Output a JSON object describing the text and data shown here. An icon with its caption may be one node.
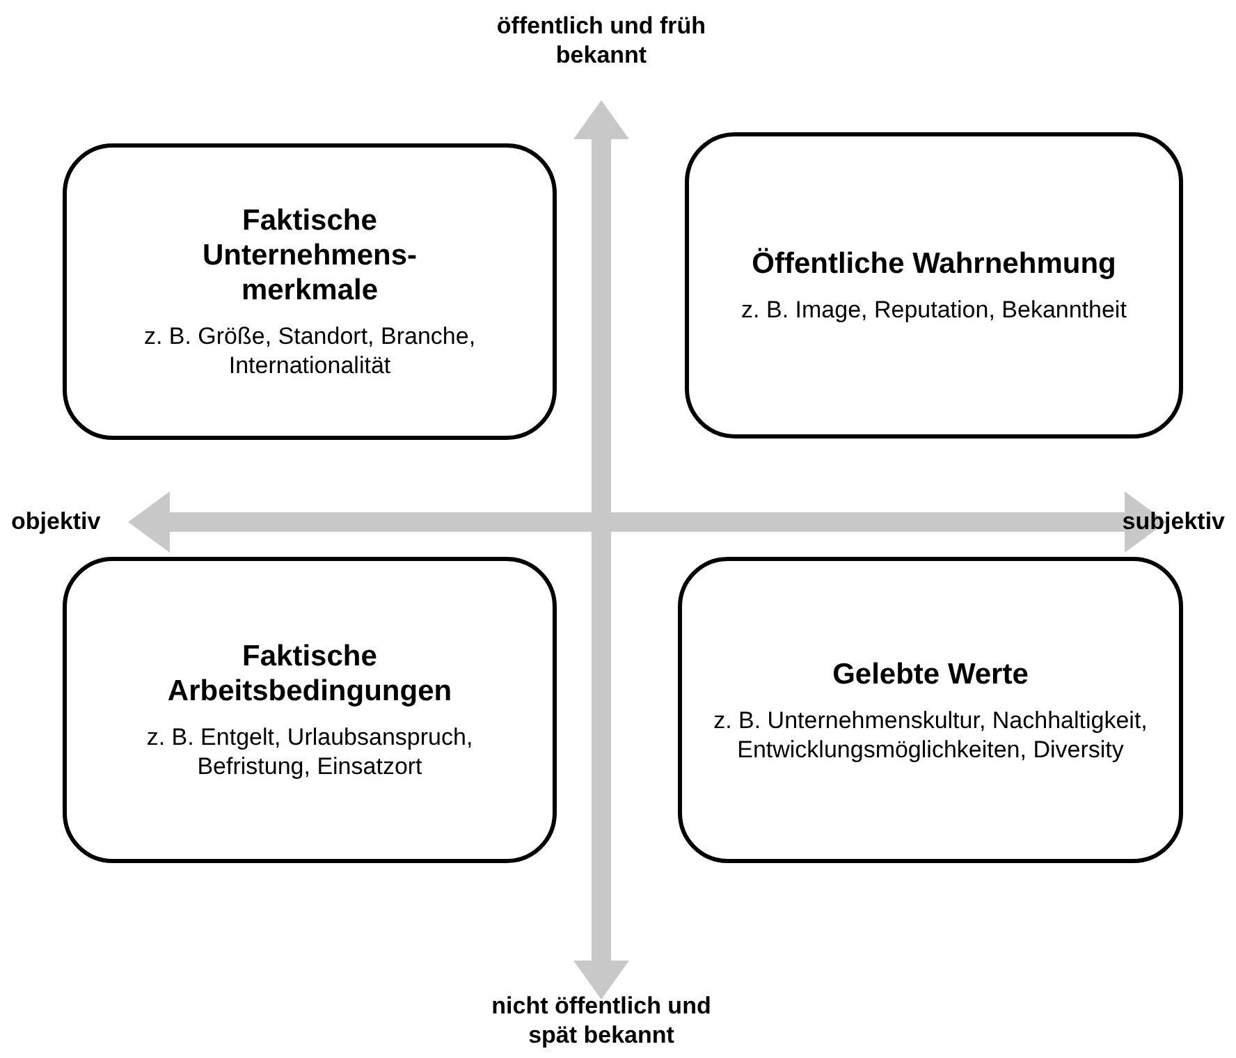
{
  "diagram": {
    "nodes": [
      {
        "text": [
          "Faktische Unternehmens- merkmale",
          "z. B. Größe, Standort, Branche, Internationalität"
        ]
      },
      {
        "text": [
          "Öffentliche Wahrnehmung",
          "z. B. Image, Reputation, Bekanntheit"
        ]
      },
      {
        "text": [
          "Faktische Arbeitsbedingungen",
          "z. B. Entgelt, Urlaubsanspruch, Befristung, Einsatzort"
        ]
      },
      {
        "text": [
          "Gelebte Werte",
          "z. B. Unternehmenskultur, Nachhaltigkeit, Entwicklungsmöglichkeiten, Diversity"
        ]
      }
    ],
    "labels": [
      "öffentlich und früh bekannt",
      "objektiv",
      "subjektiv",
      "nicht öffentlich und spät bekannt"
    ]
  }
}
